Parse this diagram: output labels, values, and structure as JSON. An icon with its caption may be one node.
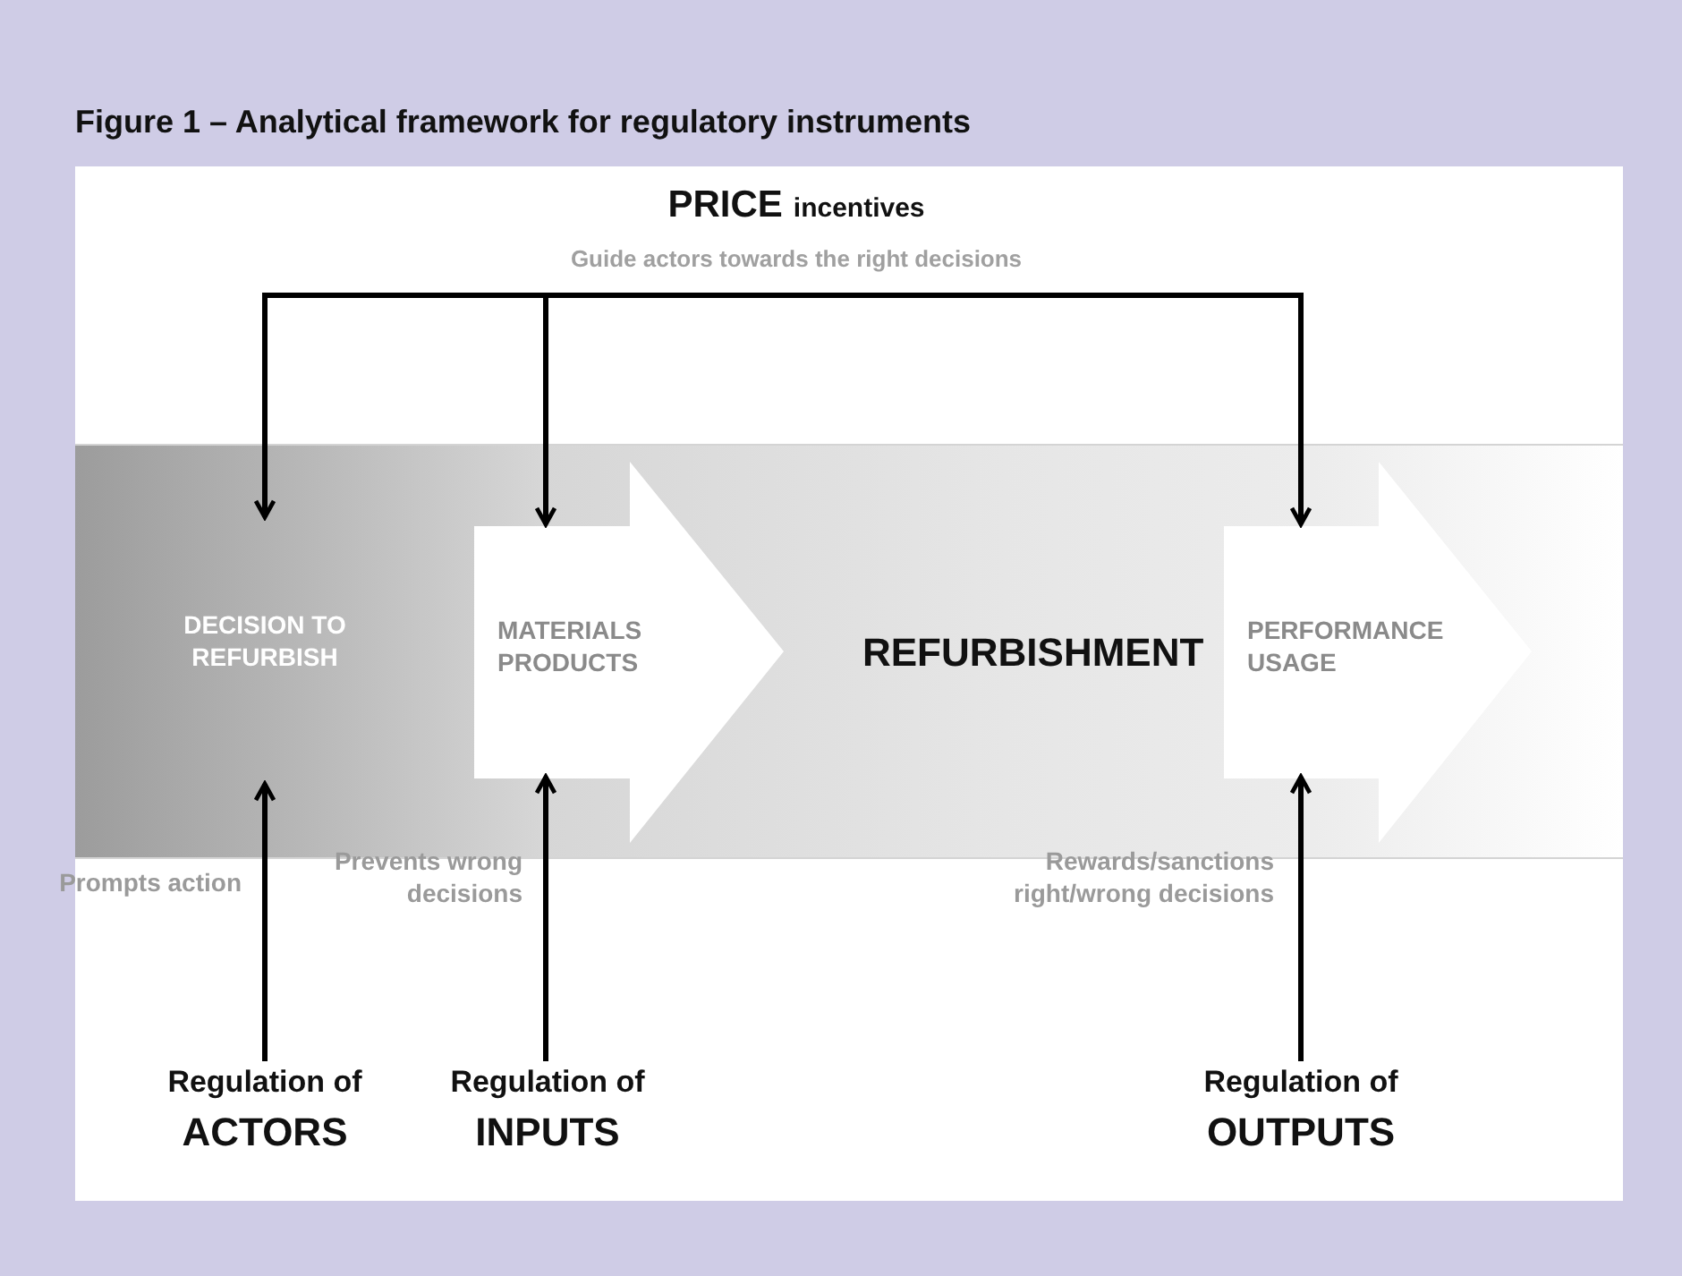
{
  "diagram": {
    "title": "Figure 1 – Analytical framework for regulatory instruments",
    "nodes": [
      {
        "text": [
          "REFURBISHMENT"
        ]
      },
      {
        "text": [
          "DECISION TO REFURBISH"
        ],
        "in": 0
      },
      {
        "text": [
          "MATERIALS PRODUCTS"
        ],
        "in": 0
      },
      {
        "text": [
          "PERFORMANCE USAGE"
        ],
        "in": 0
      },
      {
        "text": [
          "PRICE",
          "incentives",
          "Guide actors towards the right decisions"
        ]
      },
      {
        "text": [
          "Regulation of",
          "ACTORS"
        ]
      },
      {
        "text": [
          "Regulation of",
          "INPUTS"
        ]
      },
      {
        "text": [
          "Regulation of",
          "OUTPUTS"
        ]
      }
    ],
    "edges": [
      {
        "from": 4,
        "to": 1,
        "arrow": "to"
      },
      {
        "from": 4,
        "to": 2,
        "arrow": "to"
      },
      {
        "from": 4,
        "to": 3,
        "arrow": "to"
      },
      {
        "from": 5,
        "to": 1,
        "arrow": "to",
        "label": "Prompts action"
      },
      {
        "from": 6,
        "to": 2,
        "arrow": "to",
        "label": "Prevents wrong decisions"
      },
      {
        "from": 7,
        "to": 3,
        "arrow": "to",
        "label": "Rewards/sanctions right/wrong decisions"
      }
    ]
  }
}
